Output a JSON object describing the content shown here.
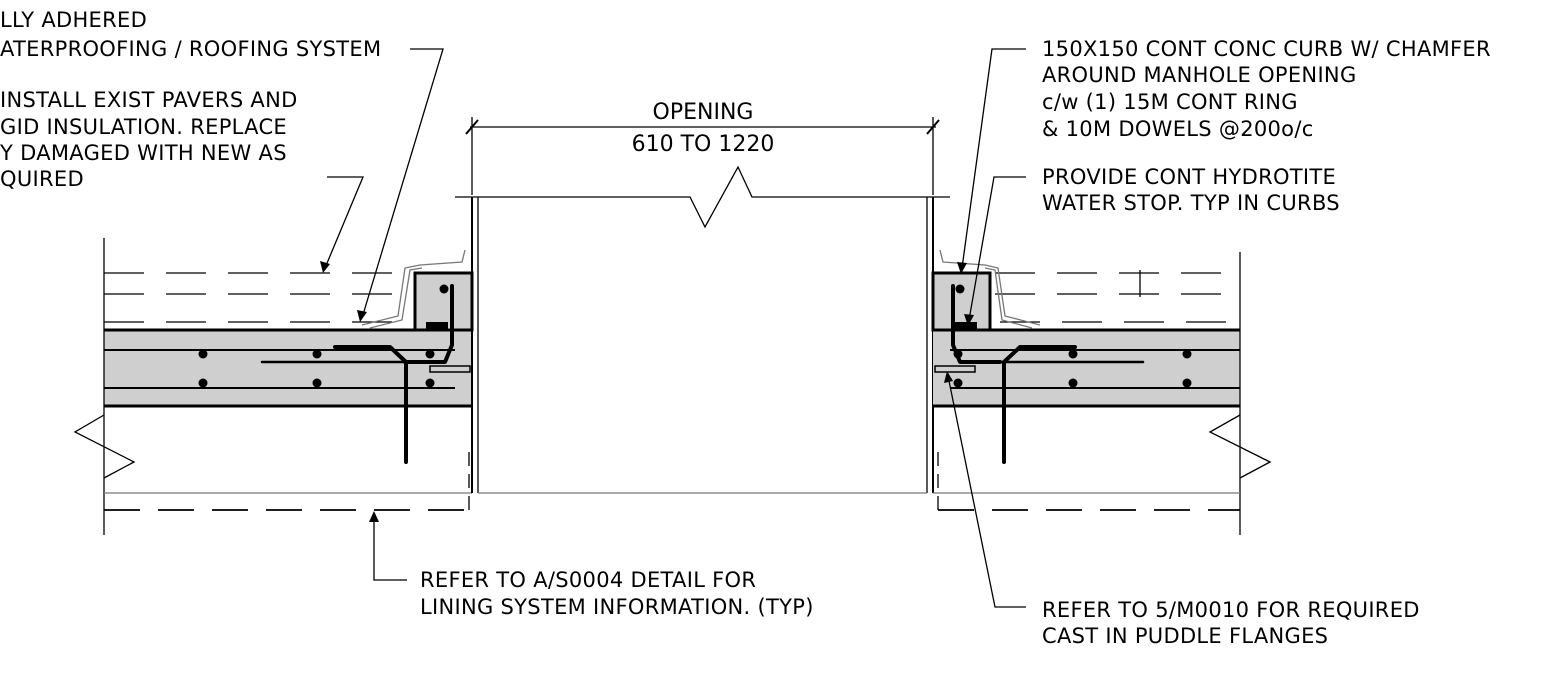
{
  "notes": {
    "waterproofing": [
      "LLY ADHERED",
      "ATERPROOFING / ROOFING SYSTEM"
    ],
    "pavers": [
      "INSTALL EXIST PAVERS AND",
      "GID INSULATION. REPLACE",
      "Y DAMAGED WITH NEW AS",
      "QUIRED"
    ],
    "curb": [
      "150X150 CONT CONC CURB W/ CHAMFER",
      "AROUND MANHOLE OPENING",
      "c/w (1) 15M CONT RING",
      "& 10M DOWELS @200o/c"
    ],
    "waterstop": [
      "PROVIDE CONT HYDROTITE",
      "WATER STOP. TYP IN CURBS"
    ],
    "lining": [
      "REFER TO A/S0004 DETAIL FOR",
      "LINING SYSTEM INFORMATION. (TYP)"
    ],
    "puddle": [
      "REFER TO 5/M0010 FOR REQUIRED",
      "CAST IN PUDDLE FLANGES"
    ]
  },
  "dimension": {
    "label": "OPENING",
    "value": "610 TO 1220"
  }
}
